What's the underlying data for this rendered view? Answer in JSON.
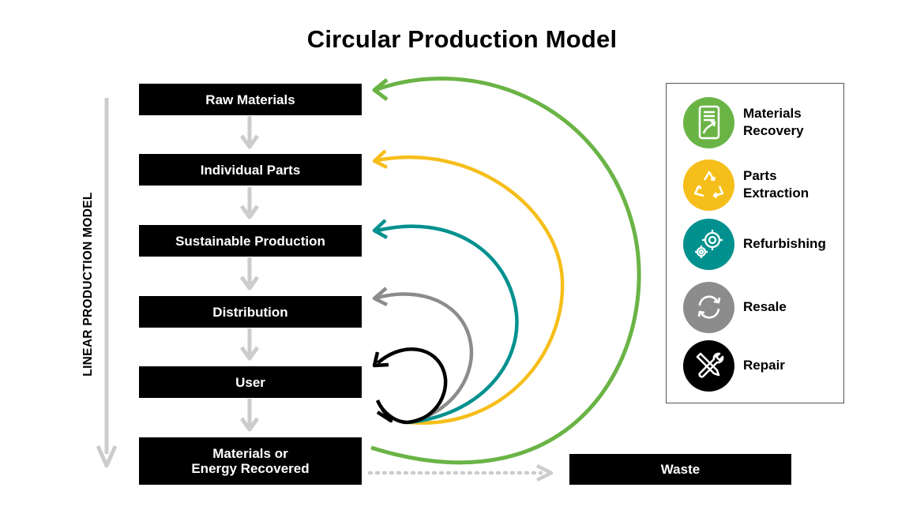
{
  "title": "Circular Production Model",
  "linear_label": "LINEAR PRODUCTION MODEL",
  "stages": {
    "raw_materials": "Raw Materials",
    "individual_parts": "Individual Parts",
    "sustainable_production": "Sustainable Production",
    "distribution": "Distribution",
    "user": "User",
    "materials_recovered_line1": "Materials or",
    "materials_recovered_line2": "Energy Recovered"
  },
  "waste": "Waste",
  "legend": [
    {
      "line1": "Materials",
      "line2": "Recovery",
      "color": "#6ab446",
      "icon": "phone-recycle-icon"
    },
    {
      "line1": "Parts",
      "line2": "Extraction",
      "color": "#f6be1a",
      "icon": "recycle-icon"
    },
    {
      "line1": "Refurbishing",
      "line2": "",
      "color": "#00918e",
      "icon": "gears-icon"
    },
    {
      "line1": "Resale",
      "line2": "",
      "color": "#8c8c8c",
      "icon": "refresh-icon"
    },
    {
      "line1": "Repair",
      "line2": "",
      "color": "#000000",
      "icon": "tools-icon"
    }
  ],
  "colors": {
    "materials_recovery": "#6ab446",
    "parts_extraction": "#f6be1a",
    "refurbishing": "#00918e",
    "resale": "#8c8c8c",
    "repair": "#000000",
    "linear_arrows": "#cccccc"
  }
}
